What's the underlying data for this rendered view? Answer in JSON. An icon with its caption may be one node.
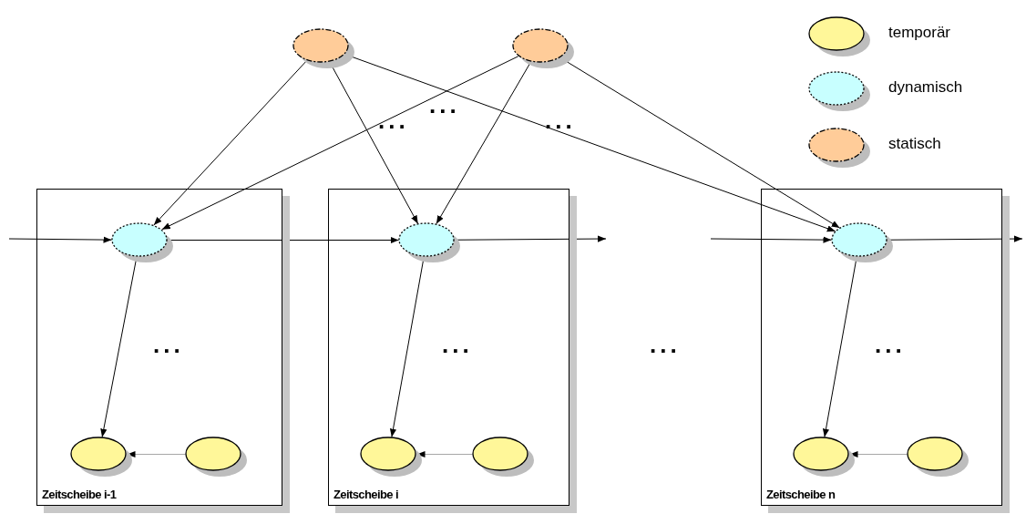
{
  "diagram": {
    "nodes": [
      {
        "text": [],
        "shape": "ellipse"
      },
      {
        "text": [],
        "shape": "ellipse"
      },
      {
        "text": [
          "Zeitscheibe i-1"
        ]
      },
      {
        "text": [],
        "shape": "ellipse",
        "in": 2
      },
      {
        "text": [],
        "shape": "ellipse",
        "in": 2
      },
      {
        "text": [],
        "shape": "ellipse",
        "in": 2
      },
      {
        "text": [
          "Zeitscheibe i"
        ]
      },
      {
        "text": [],
        "shape": "ellipse",
        "in": 6
      },
      {
        "text": [],
        "shape": "ellipse",
        "in": 6
      },
      {
        "text": [],
        "shape": "ellipse",
        "in": 6
      },
      {
        "text": [
          "Zeitscheibe n"
        ]
      },
      {
        "text": [],
        "shape": "ellipse",
        "in": 10
      },
      {
        "text": [],
        "shape": "ellipse",
        "in": 10
      },
      {
        "text": [],
        "shape": "ellipse",
        "in": 10
      }
    ],
    "edges": [
      {
        "from": 0,
        "to": 3,
        "arrow": "to"
      },
      {
        "from": 0,
        "to": 7,
        "arrow": "to"
      },
      {
        "from": 0,
        "to": 11,
        "arrow": "to"
      },
      {
        "from": 1,
        "to": 3,
        "arrow": "to"
      },
      {
        "from": 1,
        "to": 7,
        "arrow": "to"
      },
      {
        "from": 1,
        "to": 11,
        "arrow": "to"
      },
      {
        "from": null,
        "to": 3,
        "arrow": "to"
      },
      {
        "from": 3,
        "to": 7,
        "arrow": "to"
      },
      {
        "from": 7,
        "to": null,
        "arrow": "to"
      },
      {
        "from": null,
        "to": 11,
        "arrow": "to"
      },
      {
        "from": 11,
        "to": null,
        "arrow": "to"
      },
      {
        "from": 3,
        "to": 4,
        "arrow": "to"
      },
      {
        "from": 7,
        "to": 8,
        "arrow": "to"
      },
      {
        "from": 11,
        "to": 12,
        "arrow": "to"
      },
      {
        "from": 5,
        "to": 4,
        "arrow": "to",
        "color": "#a8a8a8"
      },
      {
        "from": 9,
        "to": 8,
        "arrow": "to",
        "color": "#a8a8a8"
      },
      {
        "from": 13,
        "to": 12,
        "arrow": "to",
        "color": "#a8a8a8"
      }
    ],
    "labels": [
      "...",
      "...",
      "...",
      "...",
      "...",
      "...",
      "..."
    ],
    "legend": [
      {
        "text": "temporär",
        "color": "#fff799"
      },
      {
        "text": "dynamisch",
        "color": "#c8ffff"
      },
      {
        "text": "statisch",
        "color": "#ffcc99"
      }
    ]
  }
}
